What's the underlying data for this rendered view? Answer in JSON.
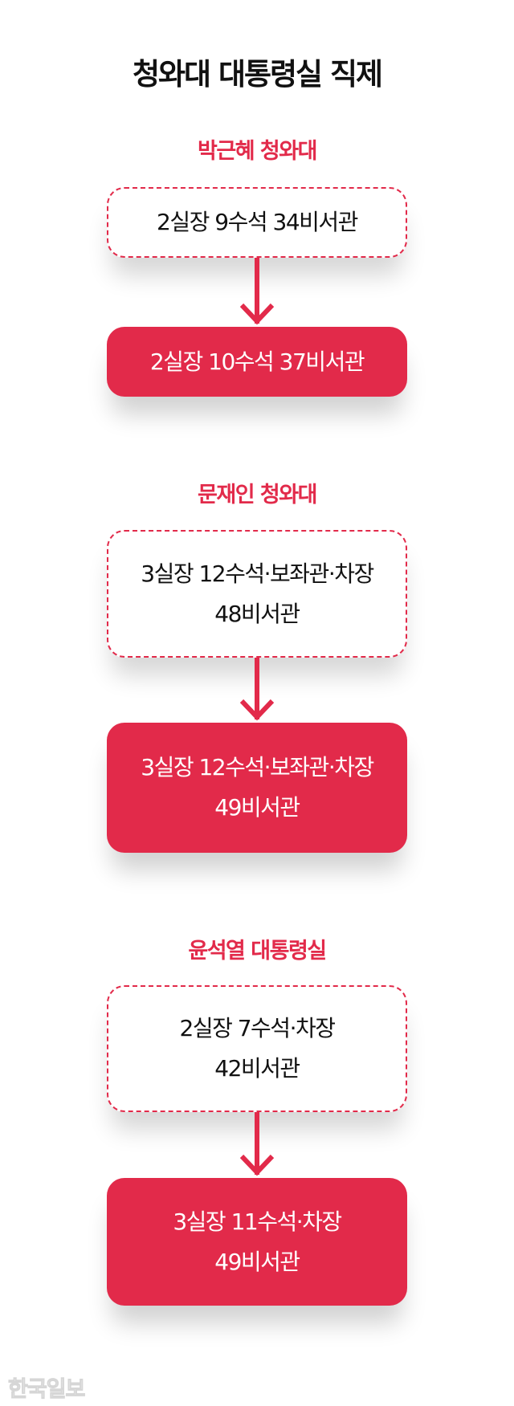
{
  "title": "청와대 대통령실 직제",
  "colors": {
    "accent": "#E22A4A",
    "text": "#111111",
    "background": "#FFFFFF"
  },
  "sections": [
    {
      "heading": "박근혜 청와대",
      "before": {
        "lines": [
          "2실장 9수석 34비서관"
        ]
      },
      "after": {
        "lines": [
          "2실장 10수석 37비서관"
        ]
      }
    },
    {
      "heading": "문재인 청와대",
      "before": {
        "lines": [
          "3실장 12수석·보좌관·차장",
          "48비서관"
        ]
      },
      "after": {
        "lines": [
          "3실장 12수석·보좌관·차장",
          "49비서관"
        ]
      }
    },
    {
      "heading": "윤석열 대통령실",
      "before": {
        "lines": [
          "2실장 7수석·차장",
          "42비서관"
        ]
      },
      "after": {
        "lines": [
          "3실장 11수석·차장",
          "49비서관"
        ]
      }
    }
  ],
  "watermark": "한국일보"
}
